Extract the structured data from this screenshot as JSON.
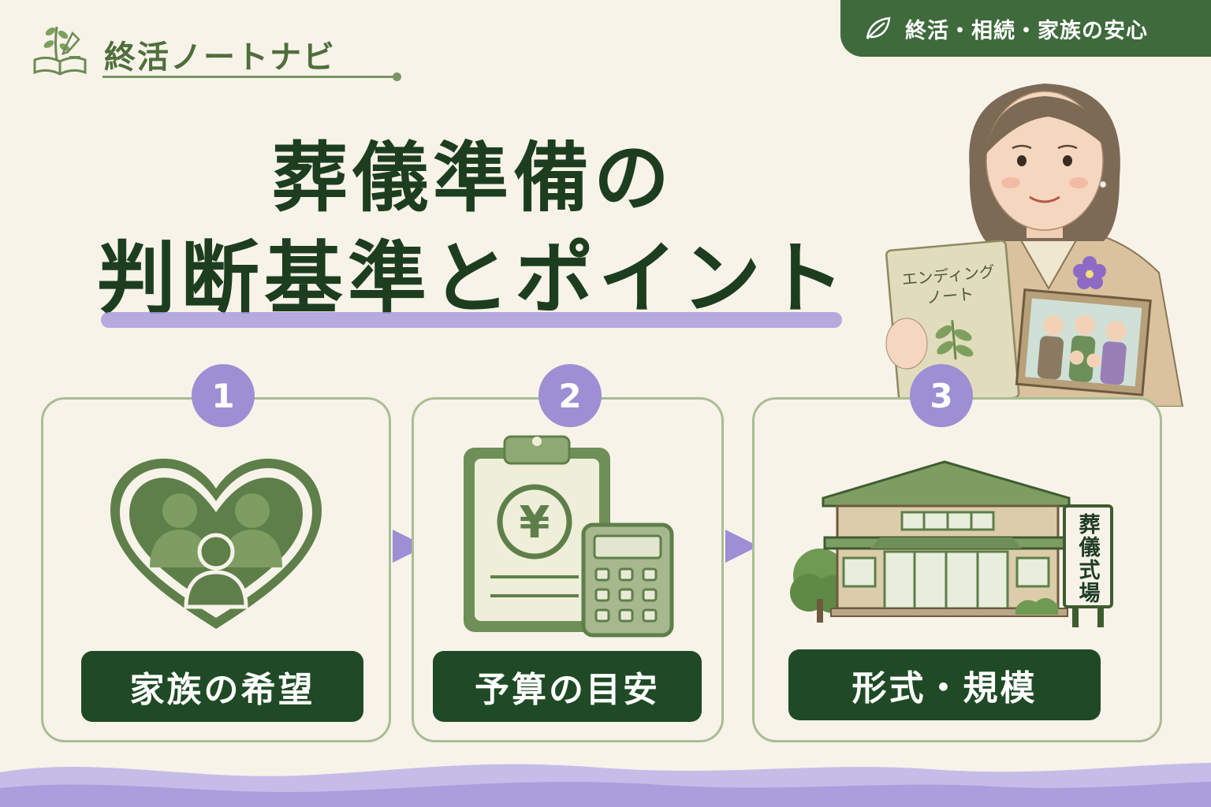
{
  "brand": {
    "name": "終活ノートナビ"
  },
  "tag": {
    "text": "終活・相続・家族の安心"
  },
  "title": {
    "line1": "葬儀準備の",
    "line2": "判断基準とポイント"
  },
  "steps": [
    {
      "number": "1",
      "label": "家族の希望"
    },
    {
      "number": "2",
      "label": "予算の目安"
    },
    {
      "number": "3",
      "label": "形式・規模"
    }
  ],
  "illustration": {
    "notebook_title_line1": "エンディング",
    "notebook_title_line2": "ノート",
    "sign_text": "葬儀式場"
  },
  "colors": {
    "background": "#f7f3e9",
    "primary_green": "#1f4a25",
    "icon_green": "#5e7f49",
    "accent_purple": "#9d8fd3"
  }
}
